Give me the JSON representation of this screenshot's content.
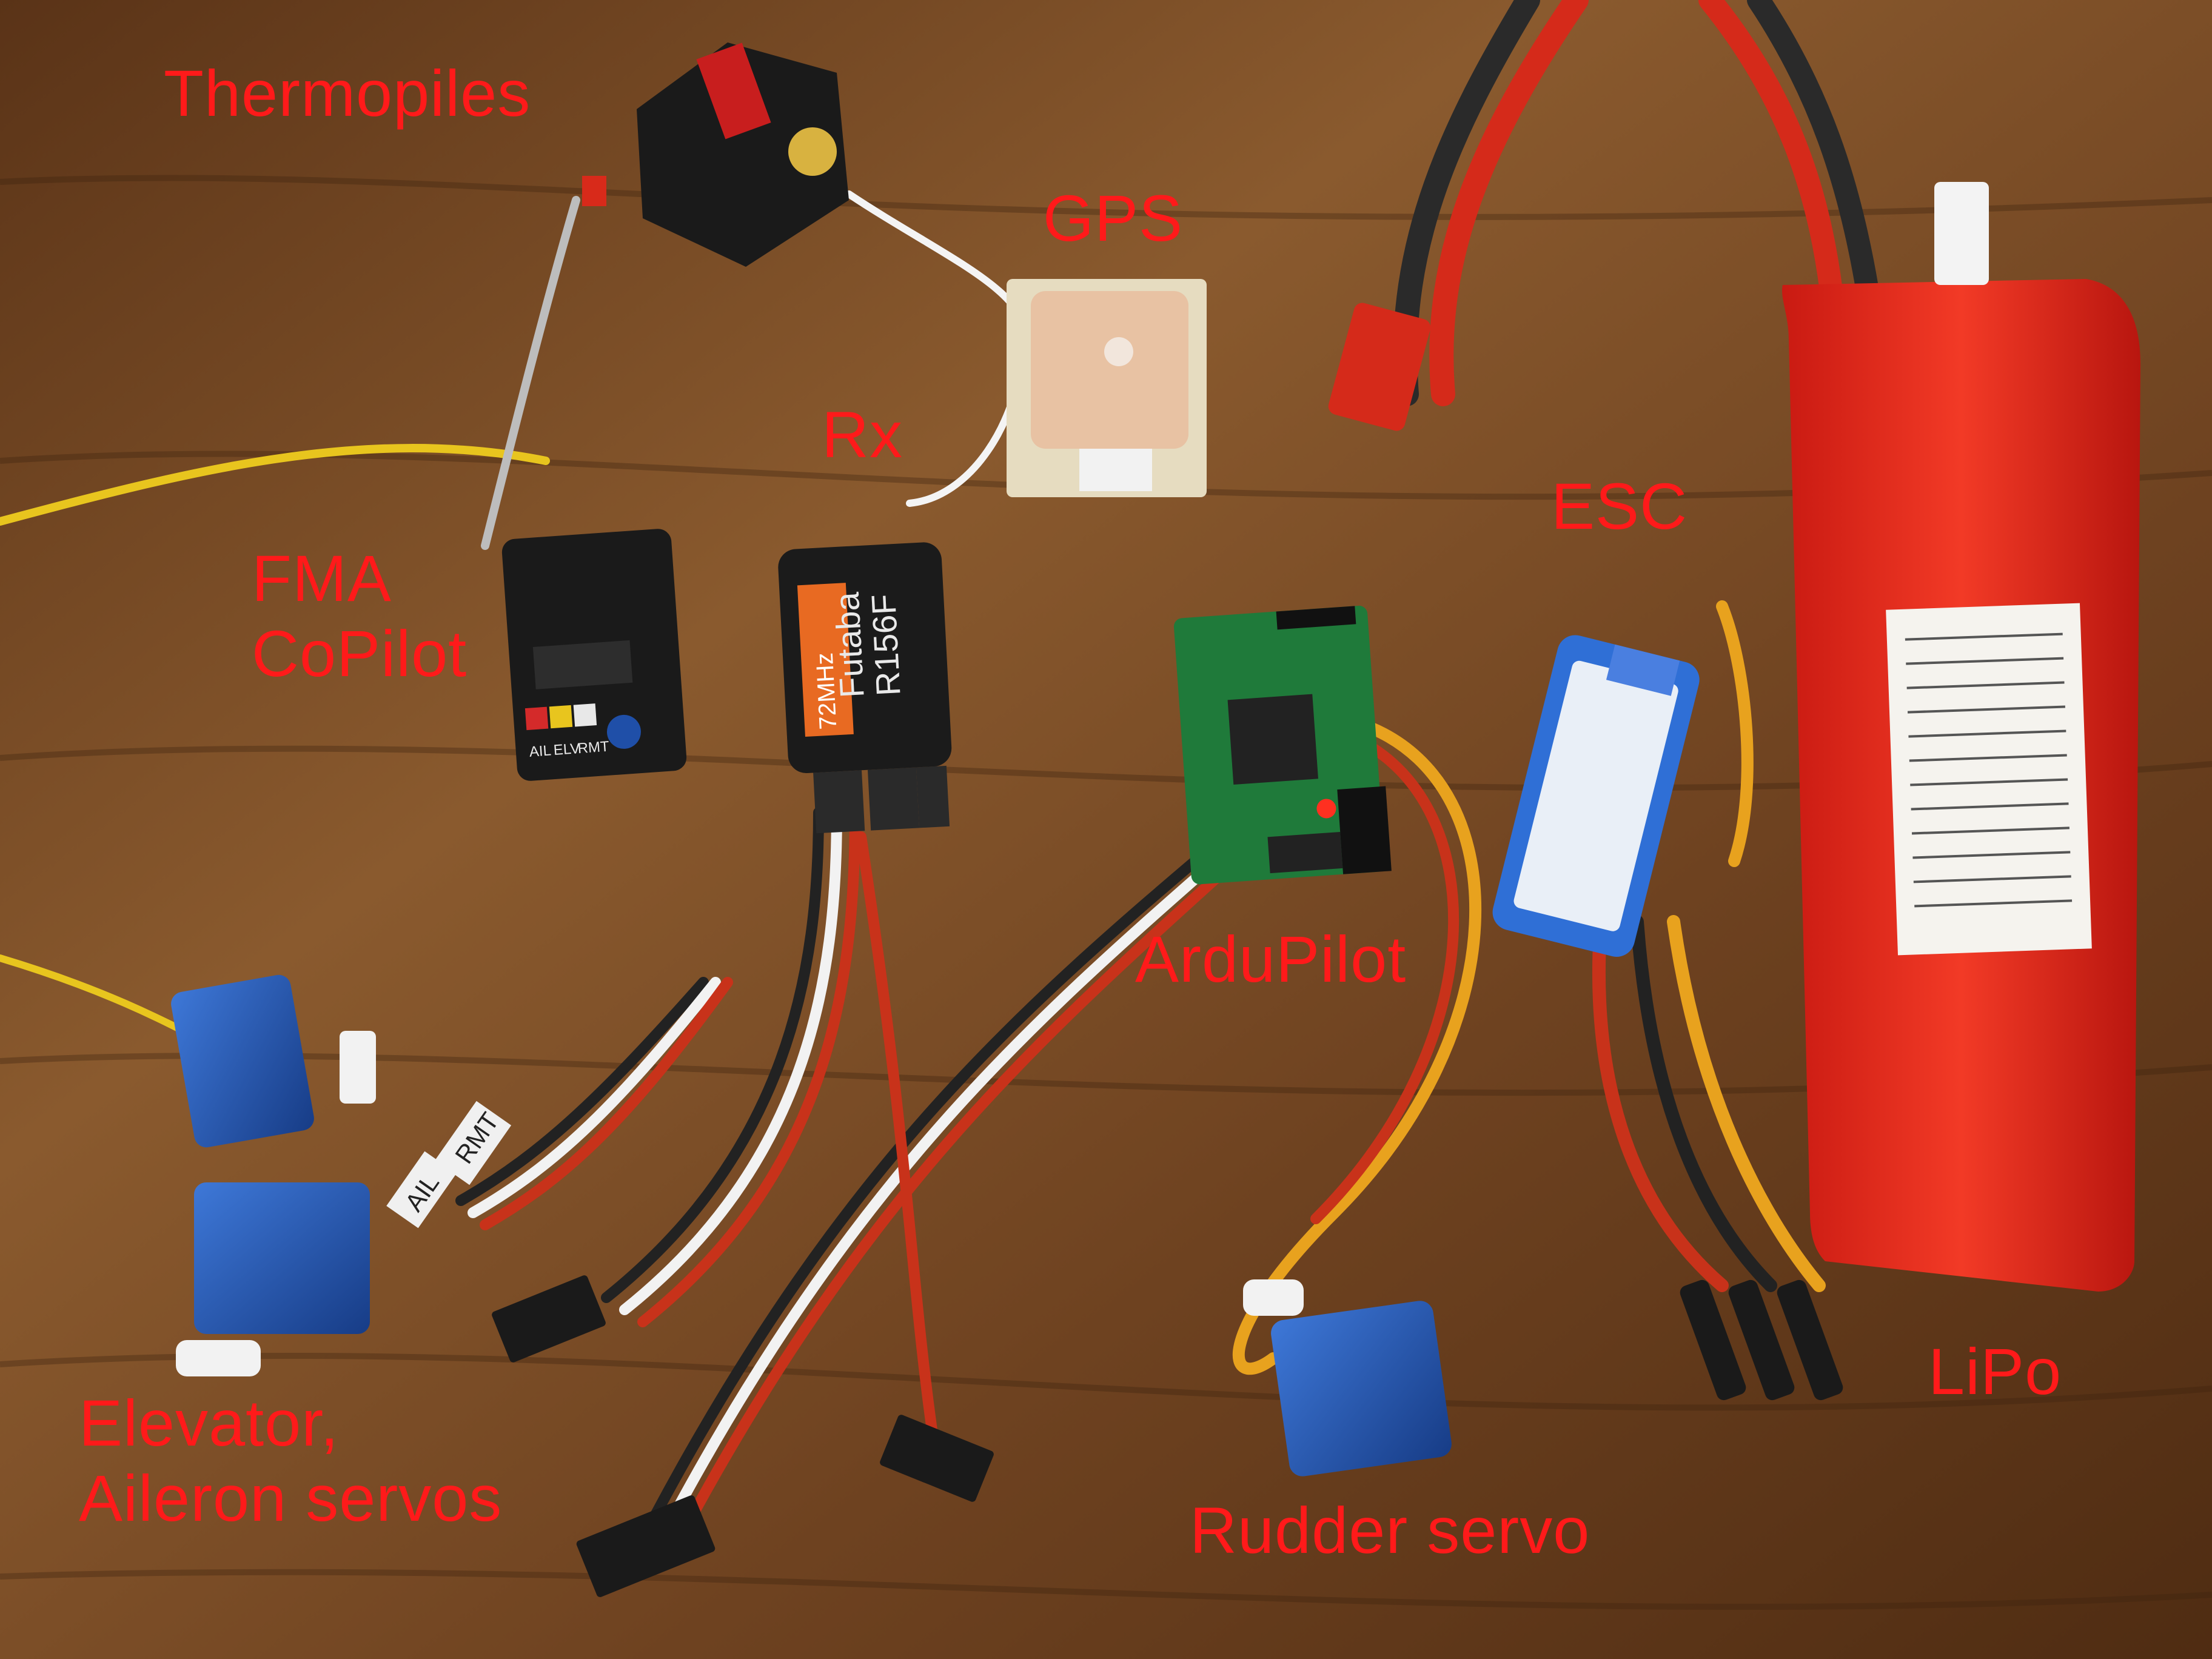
{
  "labels": {
    "thermopiles": "Thermopiles",
    "gps": "GPS",
    "rx": "Rx",
    "esc": "ESC",
    "fma": "FMA\nCoPilot",
    "ardupilot": "ArduPilot",
    "lipo": "LiPo",
    "elevator_aileron": "Elevator,\nAileron servos",
    "rudder": "Rudder servo"
  },
  "component_text": {
    "receiver_brand": "Futaba",
    "receiver_model": "R156F",
    "receiver_freq": "72MHz",
    "fma_tags": [
      "AIL",
      "ELV",
      "RMT"
    ],
    "wire_tags": [
      "RMT",
      "AIL"
    ]
  },
  "colors": {
    "label": "#ff1a1a",
    "wood": "#7a4a24",
    "lipo": "#e8261c",
    "pcb": "#1f7a3a",
    "servo": "#1f4fa8",
    "esc": "#2f6fd6"
  }
}
